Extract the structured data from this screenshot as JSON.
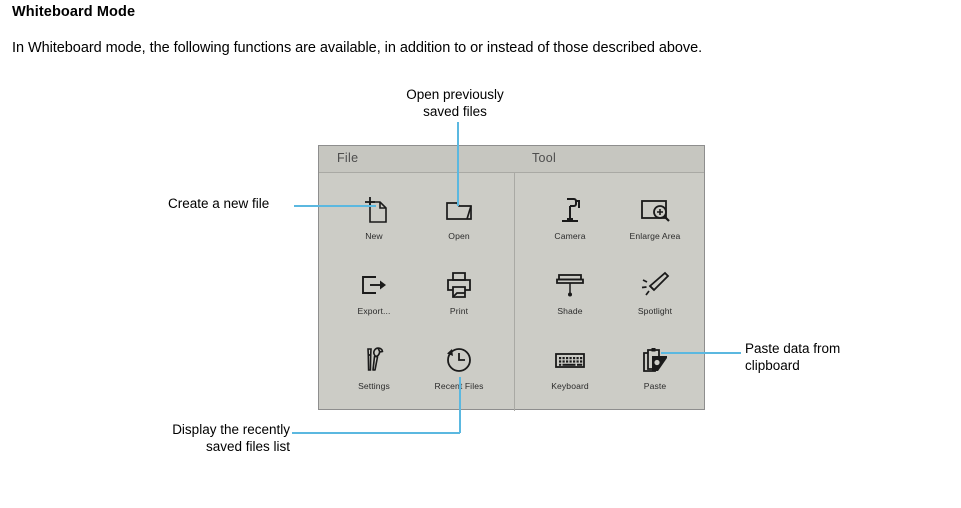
{
  "page": {
    "title": "Whiteboard Mode",
    "intro": "In Whiteboard mode, the following functions are available, in addition to or instead of those described above."
  },
  "colors": {
    "panel_background": "#ccccc6",
    "panel_header": "#c6c6c0",
    "panel_border": "#8e8e8e",
    "divider": "#a9a9a4",
    "leader_line": "#5bb8e0",
    "icon_stroke": "#1a1a1a",
    "header_text": "#4d4d4d",
    "body_text": "#000000"
  },
  "panel": {
    "columns": [
      {
        "header": "File"
      },
      {
        "header": "Tool"
      }
    ],
    "items": [
      {
        "label": "New",
        "icon": "new-file-icon",
        "column": "File",
        "row": 0
      },
      {
        "label": "Open",
        "icon": "folder-open-icon",
        "column": "File",
        "row": 0
      },
      {
        "label": "Camera",
        "icon": "camera-icon",
        "column": "Tool",
        "row": 0
      },
      {
        "label": "Enlarge Area",
        "icon": "enlarge-area-icon",
        "column": "Tool",
        "row": 0
      },
      {
        "label": "Export...",
        "icon": "export-icon",
        "column": "File",
        "row": 1
      },
      {
        "label": "Print",
        "icon": "printer-icon",
        "column": "File",
        "row": 1
      },
      {
        "label": "Shade",
        "icon": "shade-icon",
        "column": "Tool",
        "row": 1
      },
      {
        "label": "Spotlight",
        "icon": "spotlight-icon",
        "column": "Tool",
        "row": 1
      },
      {
        "label": "Settings",
        "icon": "settings-icon",
        "column": "File",
        "row": 2
      },
      {
        "label": "Recent Files",
        "icon": "recent-files-icon",
        "column": "File",
        "row": 2
      },
      {
        "label": "Keyboard",
        "icon": "keyboard-icon",
        "column": "Tool",
        "row": 2
      },
      {
        "label": "Paste",
        "icon": "paste-icon",
        "column": "Tool",
        "row": 2
      }
    ]
  },
  "callouts": {
    "new": "Create a new file",
    "open": "Open previously\nsaved files",
    "recent": "Display the recently\nsaved files list",
    "paste": "Paste data from\nclipboard"
  }
}
